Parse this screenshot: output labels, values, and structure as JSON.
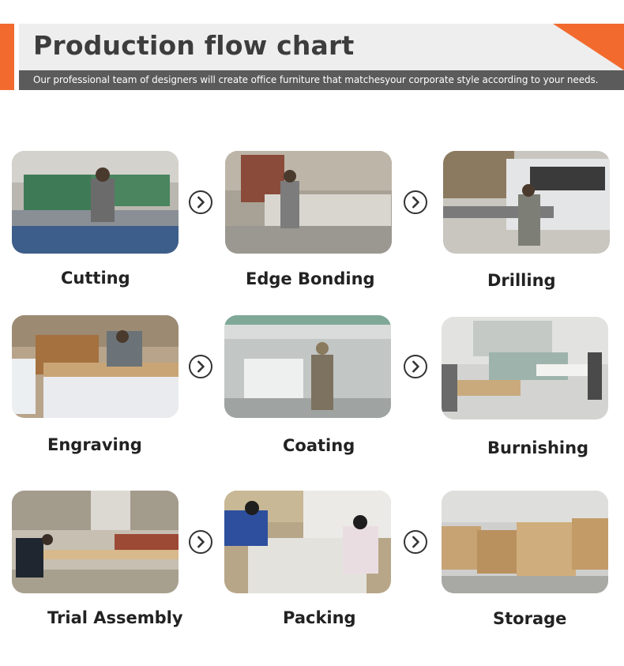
{
  "header": {
    "title": "Production flow chart",
    "subtitle": "Our professional team of designers will create office furniture that matchesyour corporate style according to your needs."
  },
  "steps": [
    {
      "label": "Cutting",
      "icon": "cutting-photo"
    },
    {
      "label": "Edge Bonding",
      "icon": "edge-bonding-photo"
    },
    {
      "label": "Drilling",
      "icon": "drilling-photo"
    },
    {
      "label": "Engraving",
      "icon": "engraving-photo"
    },
    {
      "label": "Coating",
      "icon": "coating-photo"
    },
    {
      "label": "Burnishing",
      "icon": "burnishing-photo"
    },
    {
      "label": "Trial Assembly",
      "icon": "trial-assembly-photo"
    },
    {
      "label": "Packing",
      "icon": "packing-photo"
    },
    {
      "label": "Storage",
      "icon": "storage-photo"
    }
  ],
  "colors": {
    "accent": "#f26a2e",
    "title_bg": "#eeeeee",
    "subtitle_bg": "#5b5b5b",
    "text": "#222222"
  },
  "arrow_icon": "chevron-right-circle-icon"
}
